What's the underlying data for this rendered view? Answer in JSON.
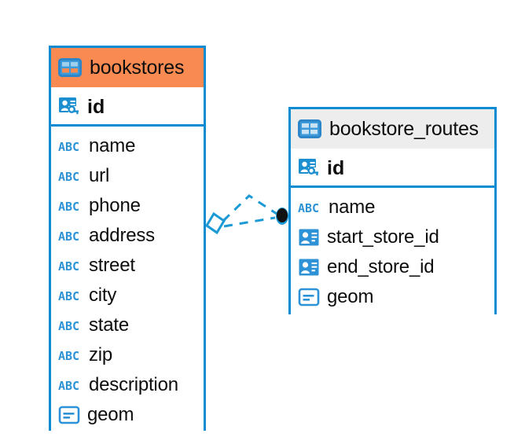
{
  "diagram": {
    "type": "entity-relationship-diagram",
    "background": "#FFFFFF",
    "accent_color": "#0A8BD2",
    "highlight_color": "#F98B52",
    "header_gray": "#EDEDED"
  },
  "tables": [
    {
      "name": "bookstores",
      "header_style": "orange",
      "header_icon": "table-grid-icon",
      "primary_key": {
        "label": "id",
        "icon": "primary-key-icon"
      },
      "fields": [
        {
          "label": "name",
          "icon": "abc-icon",
          "type": "varchar"
        },
        {
          "label": "url",
          "icon": "abc-icon",
          "type": "varchar"
        },
        {
          "label": "phone",
          "icon": "abc-icon",
          "type": "varchar"
        },
        {
          "label": "address",
          "icon": "abc-icon",
          "type": "varchar"
        },
        {
          "label": "street",
          "icon": "abc-icon",
          "type": "varchar"
        },
        {
          "label": "city",
          "icon": "abc-icon",
          "type": "varchar"
        },
        {
          "label": "state",
          "icon": "abc-icon",
          "type": "varchar"
        },
        {
          "label": "zip",
          "icon": "abc-icon",
          "type": "varchar"
        },
        {
          "label": "description",
          "icon": "abc-icon",
          "type": "varchar"
        },
        {
          "label": "geom",
          "icon": "geometry-icon",
          "type": "geometry"
        }
      ]
    },
    {
      "name": "bookstore_routes",
      "header_style": "gray",
      "header_icon": "table-grid-icon",
      "primary_key": {
        "label": "id",
        "icon": "primary-key-icon"
      },
      "fields": [
        {
          "label": "name",
          "icon": "abc-icon",
          "type": "varchar"
        },
        {
          "label": "start_store_id",
          "icon": "foreign-key-icon",
          "type": "reference"
        },
        {
          "label": "end_store_id",
          "icon": "foreign-key-icon",
          "type": "reference"
        },
        {
          "label": "geom",
          "icon": "geometry-icon",
          "type": "geometry"
        }
      ]
    }
  ],
  "relationship": {
    "from_table": "bookstores",
    "to_table": "bookstore_routes",
    "line_style": "dashed",
    "line_color": "#1C9AD6",
    "source_marker": "diamond-marker",
    "target_marker": "filled-circle-marker"
  }
}
